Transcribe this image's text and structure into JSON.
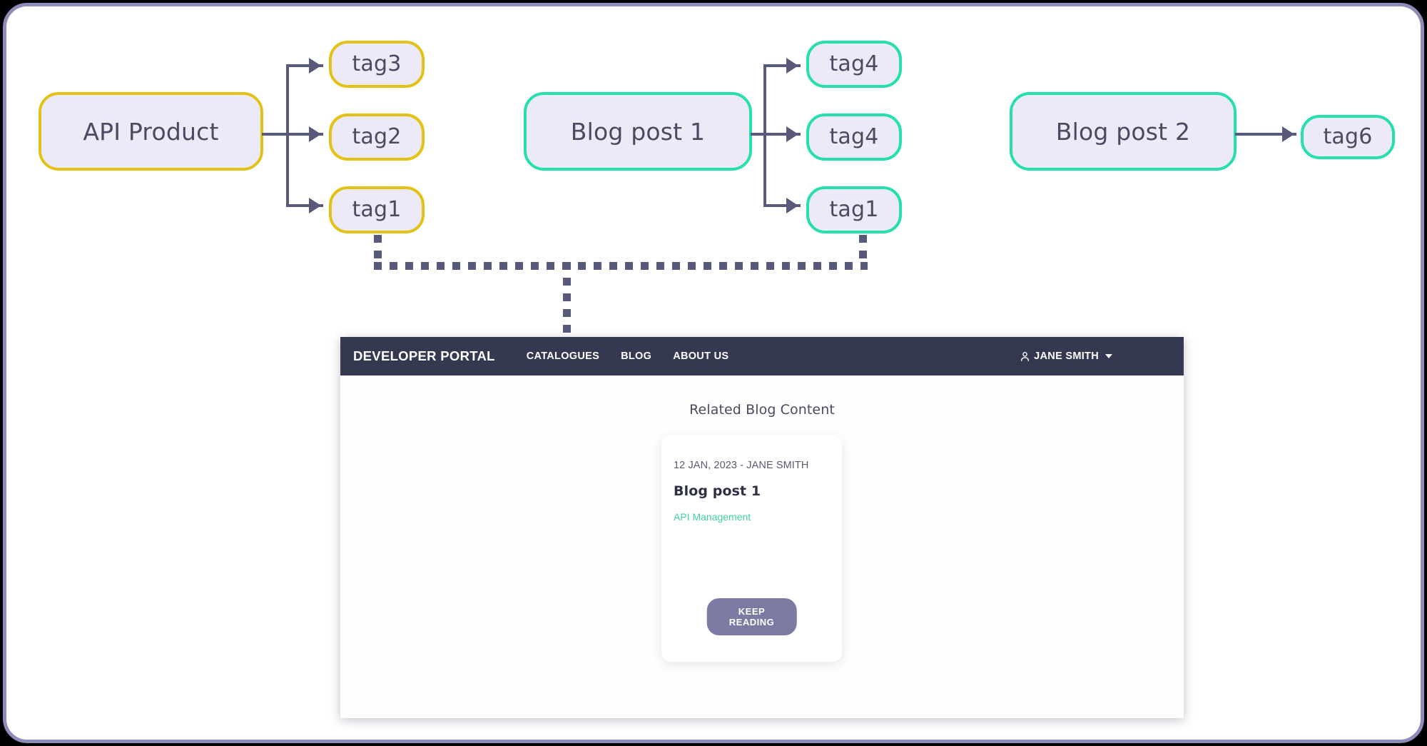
{
  "diagram": {
    "groups": [
      {
        "source": {
          "label": "API Product",
          "accent": "#e3c218",
          "style": "yellow"
        },
        "tags": [
          {
            "label": "tag3",
            "style": "yellow"
          },
          {
            "label": "tag2",
            "style": "yellow"
          },
          {
            "label": "tag1",
            "style": "yellow"
          }
        ]
      },
      {
        "source": {
          "label": "Blog post 1",
          "accent": "#27dfac",
          "style": "green"
        },
        "tags": [
          {
            "label": "tag4",
            "style": "green"
          },
          {
            "label": "tag4",
            "style": "green"
          },
          {
            "label": "tag1",
            "style": "green"
          }
        ]
      },
      {
        "source": {
          "label": "Blog post 2",
          "accent": "#27dfac",
          "style": "green"
        },
        "tags": [
          {
            "label": "tag6",
            "style": "green"
          }
        ]
      }
    ],
    "connector_color": "#575a7b",
    "node_fill": "#eceaf6",
    "node_text_color": "#4a4a63"
  },
  "portal": {
    "brand": "DEVELOPER PORTAL",
    "nav_items": [
      {
        "label": "CATALOGUES"
      },
      {
        "label": "BLOG"
      },
      {
        "label": "ABOUT US"
      }
    ],
    "user": {
      "name": "JANE SMITH",
      "icon": "person-icon",
      "caret": "chevron-down-icon"
    },
    "nav_background": "#343850",
    "section_title": "Related Blog Content",
    "card": {
      "meta": "12 JAN, 2023 - JANE SMITH",
      "title": "Blog post 1",
      "tag": "API Management",
      "tag_color": "#3ed0a3",
      "button_label": "KEEP READING",
      "button_color": "#7a7aa3"
    }
  },
  "frame": {
    "border_color": "#8e8cb8",
    "background": "#ffffff"
  }
}
